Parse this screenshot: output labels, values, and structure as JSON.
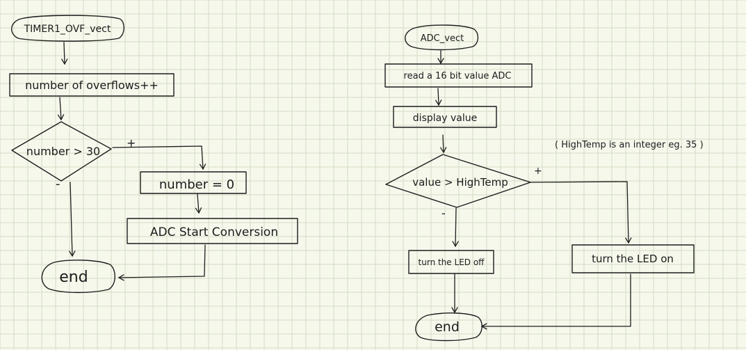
{
  "colors": {
    "paper": "#f6f8ec",
    "grid": "#d3dcc3",
    "ink": "#1c1c1c"
  },
  "left_flow": {
    "start": "TIMER1_OVF_vect",
    "step_count": "number of overflows++",
    "decision": "number > 30",
    "yes_mark": "+",
    "no_mark": "-",
    "reset": "number = 0",
    "start_adc": "ADC  Start Conversion",
    "end": "end"
  },
  "right_flow": {
    "start": "ADC_vect",
    "read": "read a 16 bit value ADC",
    "display": "display  value",
    "decision": "value > HighTemp",
    "yes_mark": "+",
    "no_mark": "-",
    "led_off": "turn the LED off",
    "led_on": "turn the LED on",
    "end": "end",
    "note": "( HighTemp  is  an  integer  eg.  35 )"
  }
}
